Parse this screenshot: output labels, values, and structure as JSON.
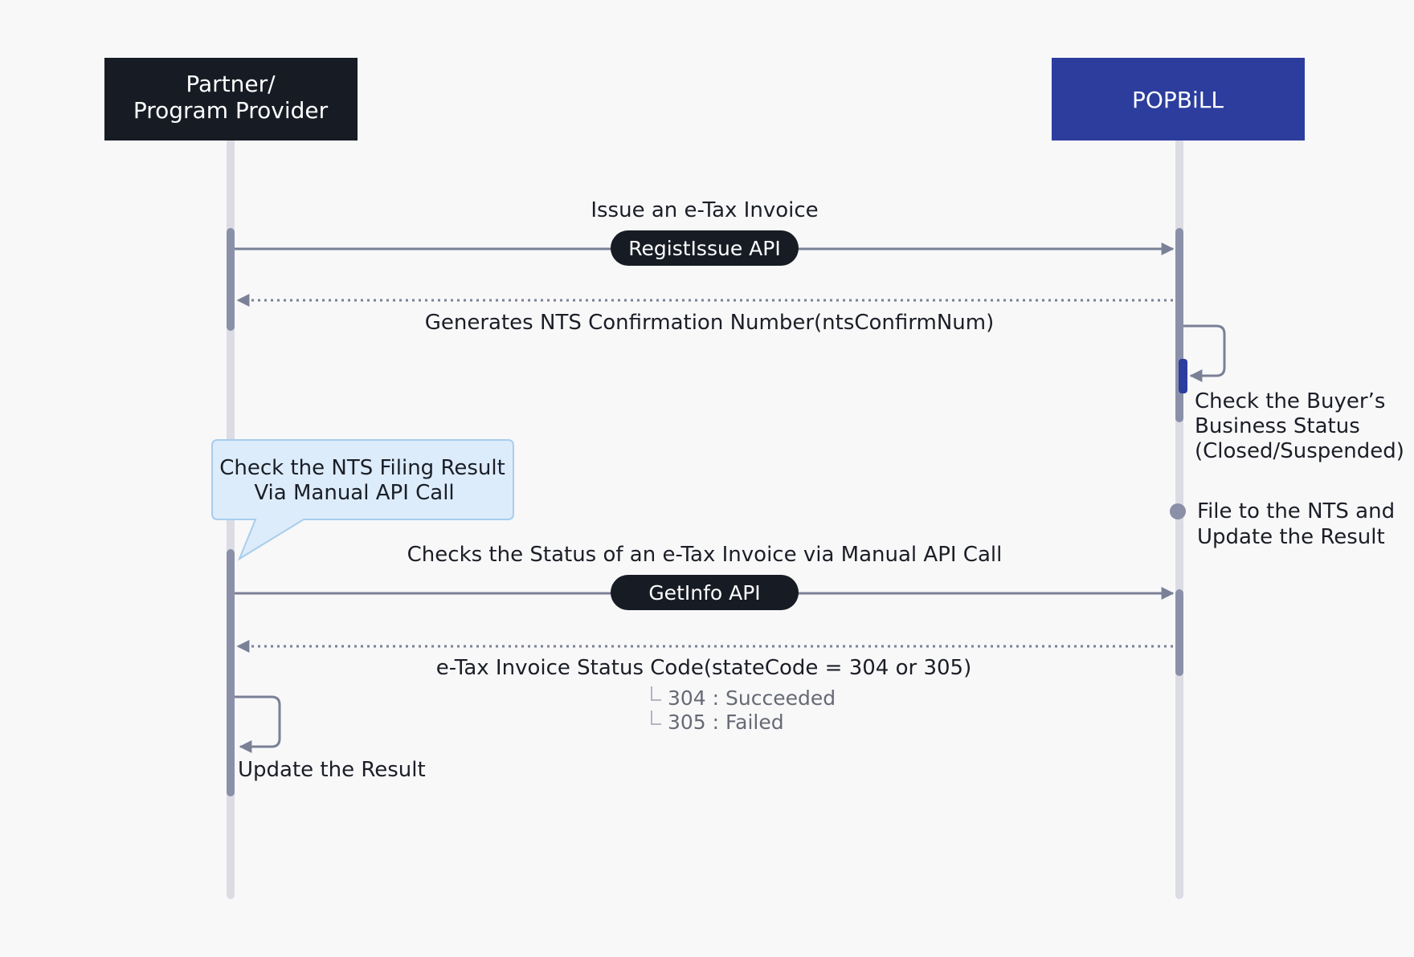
{
  "participants": {
    "partner": {
      "line1": "Partner/",
      "line2": "Program Provider"
    },
    "popbill": {
      "label": "POPBiLL"
    }
  },
  "messages": {
    "issue": {
      "caption": "Issue an e-Tax Invoice",
      "api": "RegistIssue API"
    },
    "issue_return": {
      "caption": "Generates NTS Confirmation Number(ntsConfirmNum)"
    },
    "check_buyer": {
      "line1": "Check the Buyer’s",
      "line2": "Business Status",
      "line3": "(Closed/Suspended)"
    },
    "file_nts": {
      "line1": "File to the NTS and",
      "line2": "Update the Result"
    },
    "note": {
      "line1": "Check the NTS Filing Result",
      "line2": "Via Manual API Call"
    },
    "getinfo": {
      "caption": "Checks the Status of an e-Tax Invoice via Manual API Call",
      "api": "GetInfo API"
    },
    "getinfo_return": {
      "caption": "e-Tax Invoice Status Code(stateCode = 304 or 305)",
      "sub1": "304 : Succeeded",
      "sub2": "305 : Failed"
    },
    "update": {
      "caption": "Update the Result"
    }
  },
  "colors": {
    "partner_header": "#171b24",
    "popbill_header": "#2c3d9e",
    "lifeline": "#dcdce4",
    "activation": "#8a90a8",
    "arrow": "#7a8096",
    "pill": "#171b24",
    "note_fill": "#dcecfb",
    "note_stroke": "#a9cdeb",
    "accent_activation": "#2c3d9e"
  }
}
